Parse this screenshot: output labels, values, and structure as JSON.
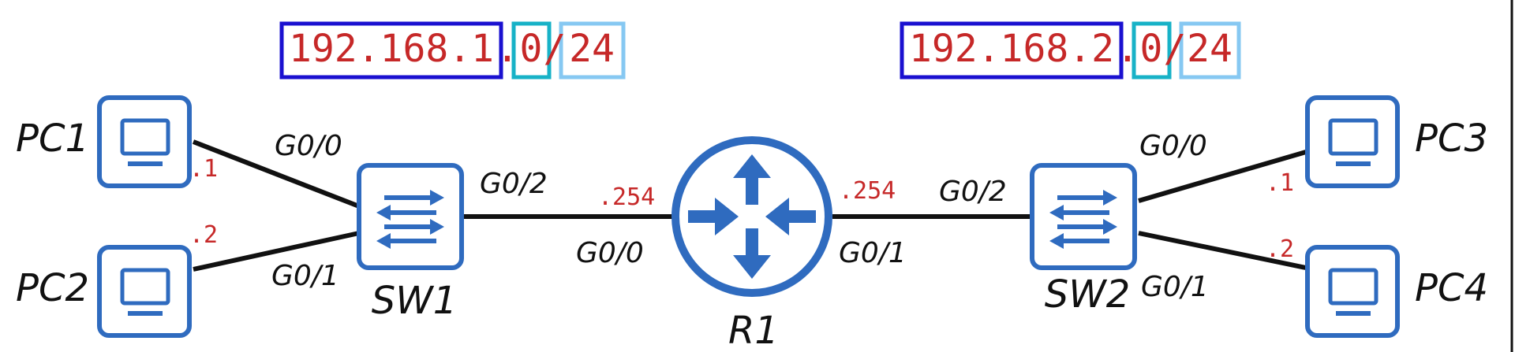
{
  "colors": {
    "device_blue": "#2f6bbf",
    "ip_red": "#c62828",
    "network_box": "#1a10d0",
    "host_box": "#17b2c7",
    "mask_box": "#86c8f2",
    "line": "#111111"
  },
  "subnets": {
    "left": {
      "network": "192.168.1",
      "dot": ".",
      "host": "0",
      "slash": "/",
      "mask": "24"
    },
    "right": {
      "network": "192.168.2",
      "dot": ".",
      "host": "0",
      "slash": "/",
      "mask": "24"
    }
  },
  "devices": {
    "pc1": {
      "label": "PC1",
      "icon": "computer-icon"
    },
    "pc2": {
      "label": "PC2",
      "icon": "computer-icon"
    },
    "pc3": {
      "label": "PC3",
      "icon": "computer-icon"
    },
    "pc4": {
      "label": "PC4",
      "icon": "computer-icon"
    },
    "sw1": {
      "label": "SW1",
      "icon": "switch-icon"
    },
    "sw2": {
      "label": "SW2",
      "icon": "switch-icon"
    },
    "r1": {
      "label": "R1",
      "icon": "router-icon"
    }
  },
  "interfaces": {
    "sw1_pc1": "G0/0",
    "sw1_pc2": "G0/1",
    "sw1_r1": "G0/2",
    "r1_sw1": "G0/0",
    "r1_sw2": "G0/1",
    "sw2_r1": "G0/2",
    "sw2_pc3": "G0/0",
    "sw2_pc4": "G0/1"
  },
  "hosts": {
    "pc1": ".1",
    "pc2": ".2",
    "r1_left": ".254",
    "r1_right": ".254",
    "pc3": ".1",
    "pc4": ".2"
  }
}
